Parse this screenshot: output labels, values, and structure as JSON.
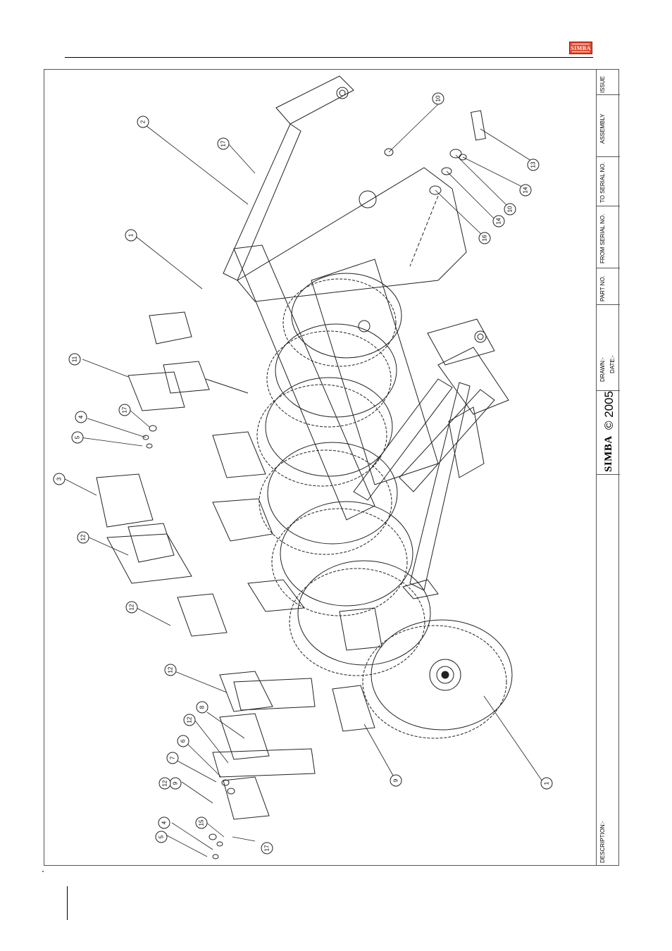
{
  "header": {
    "logo_text": "SIMBA"
  },
  "title_block": {
    "issue": "ISSUE",
    "assembly": "ASSEMBLY",
    "to_serial": "TO SERIAL NO.",
    "from_serial": "FROM SERIAL NO.",
    "part_no": "PART NO.",
    "drawn": "DRAWN:-",
    "date": "DATE:-",
    "copyright": "© 2005",
    "logo_text": "SIMBA",
    "description": "DESCRIPTION:-"
  },
  "callouts": [
    "1",
    "1",
    "2",
    "3",
    "4",
    "4",
    "5",
    "5",
    "6",
    "7",
    "8",
    "9",
    "9",
    "10",
    "10",
    "11",
    "12",
    "12",
    "12",
    "12",
    "12",
    "13",
    "14",
    "14",
    "15",
    "16",
    "17",
    "17",
    "17"
  ]
}
